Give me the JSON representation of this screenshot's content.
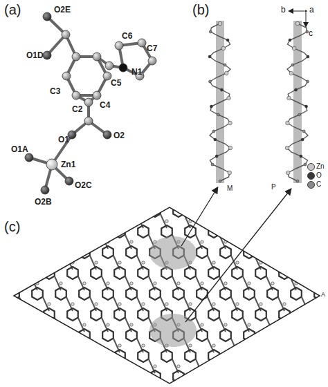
{
  "diagram": {
    "labels": [
      "(a)",
      "O2E",
      "O1D",
      "C6",
      "C7",
      "N1",
      "C5",
      "C3",
      "C4",
      "C2",
      "O1",
      "O2",
      "O1A",
      "Zn1",
      "O2C",
      "O2B",
      "(b)",
      "b",
      "a",
      "c",
      "M",
      "P",
      "(c)",
      "A"
    ],
    "legend": [
      {
        "text": "Zn",
        "color": "#c8c8c8"
      },
      {
        "text": "O",
        "color": "#3a3a3a"
      },
      {
        "text": "C",
        "color": "#8a8a8a"
      }
    ]
  }
}
